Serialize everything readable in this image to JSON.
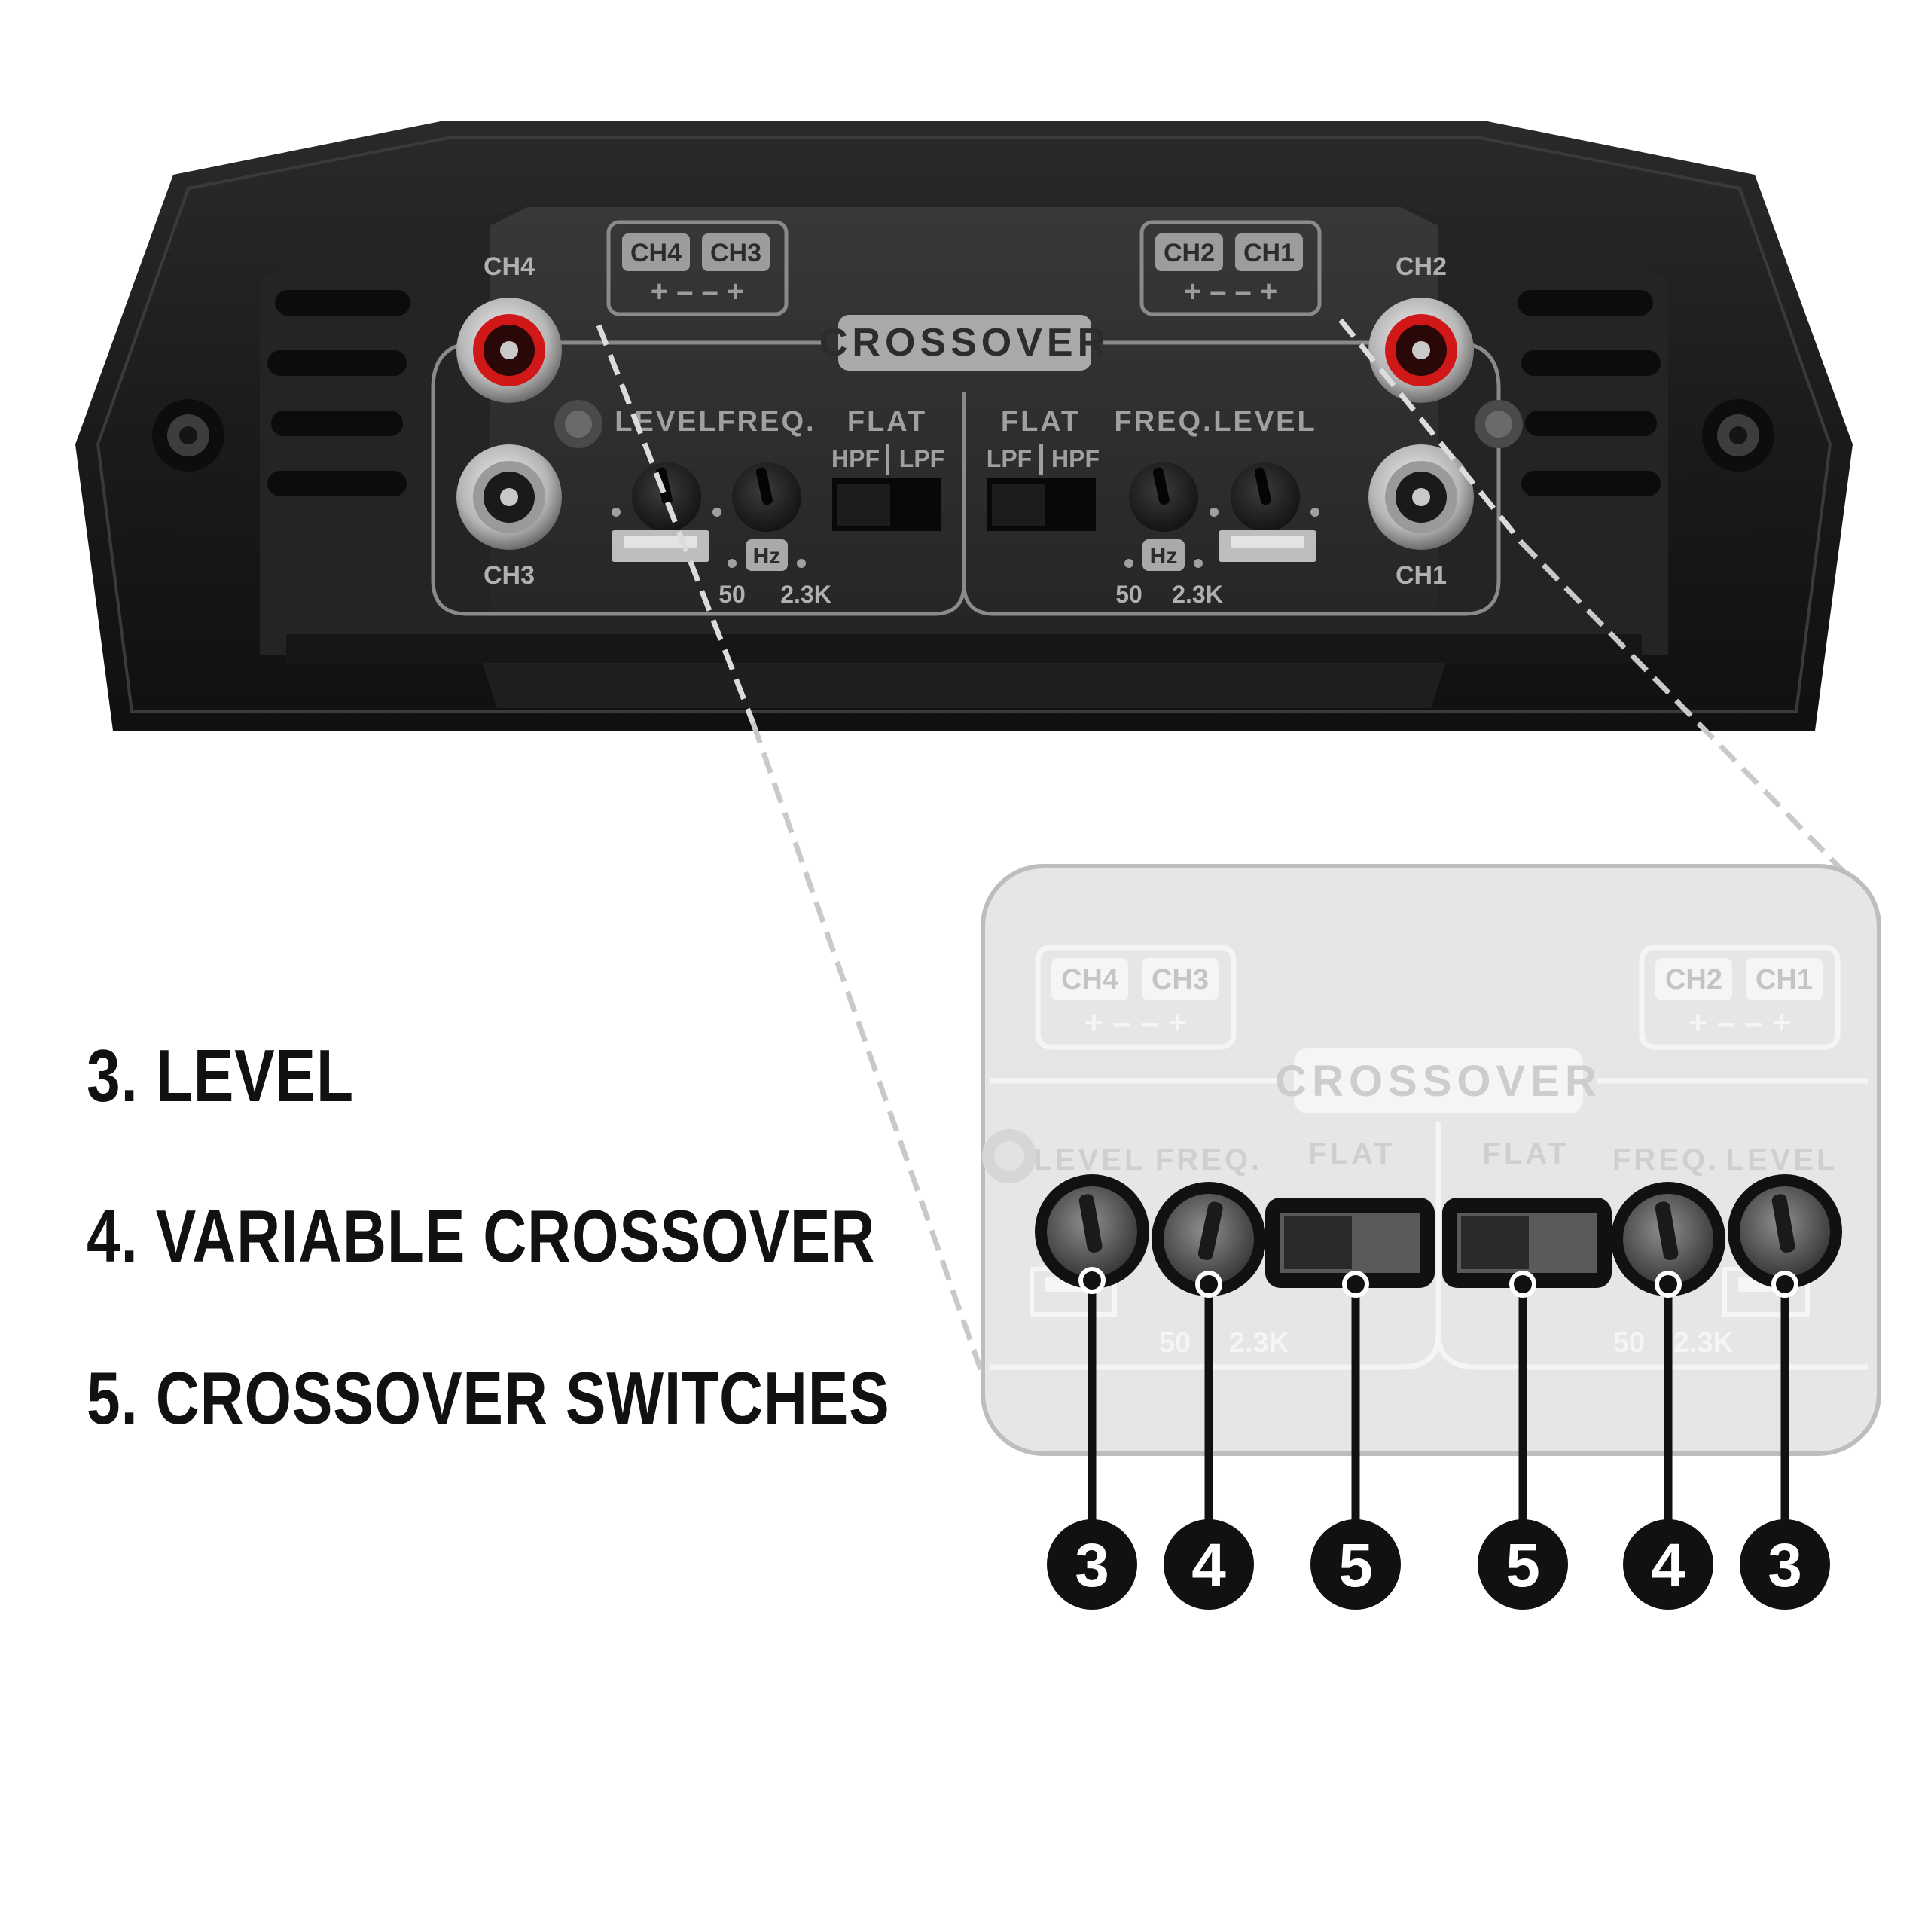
{
  "amp": {
    "ch4": "CH4",
    "ch3": "CH3",
    "ch2": "CH2",
    "ch1": "CH1",
    "pair_left": {
      "a": "CH4",
      "b": "CH3",
      "polarity": "+ – – +"
    },
    "pair_right": {
      "a": "CH2",
      "b": "CH1",
      "polarity": "+ – – +"
    },
    "crossover": "CROSSOVER",
    "level": "LEVEL",
    "freq": "FREQ.",
    "flat": "FLAT",
    "hpf": "HPF",
    "lpf": "LPF",
    "hz": "Hz",
    "freq_min": "50",
    "freq_max": "2.3K"
  },
  "legend": {
    "item3": "3. LEVEL",
    "item4": "4. VARIABLE CROSSOVER",
    "item5": "5. CROSSOVER SWITCHES"
  },
  "callouts": [
    "3",
    "4",
    "5",
    "5",
    "4",
    "3"
  ],
  "colors": {
    "amp_body": "#1a1a1a",
    "panel": "#2e2e2e",
    "panel_line": "#8a8a8a",
    "rca_red": "#d01818",
    "zoom_bg": "#e6e6e6",
    "callout": "#111111"
  }
}
